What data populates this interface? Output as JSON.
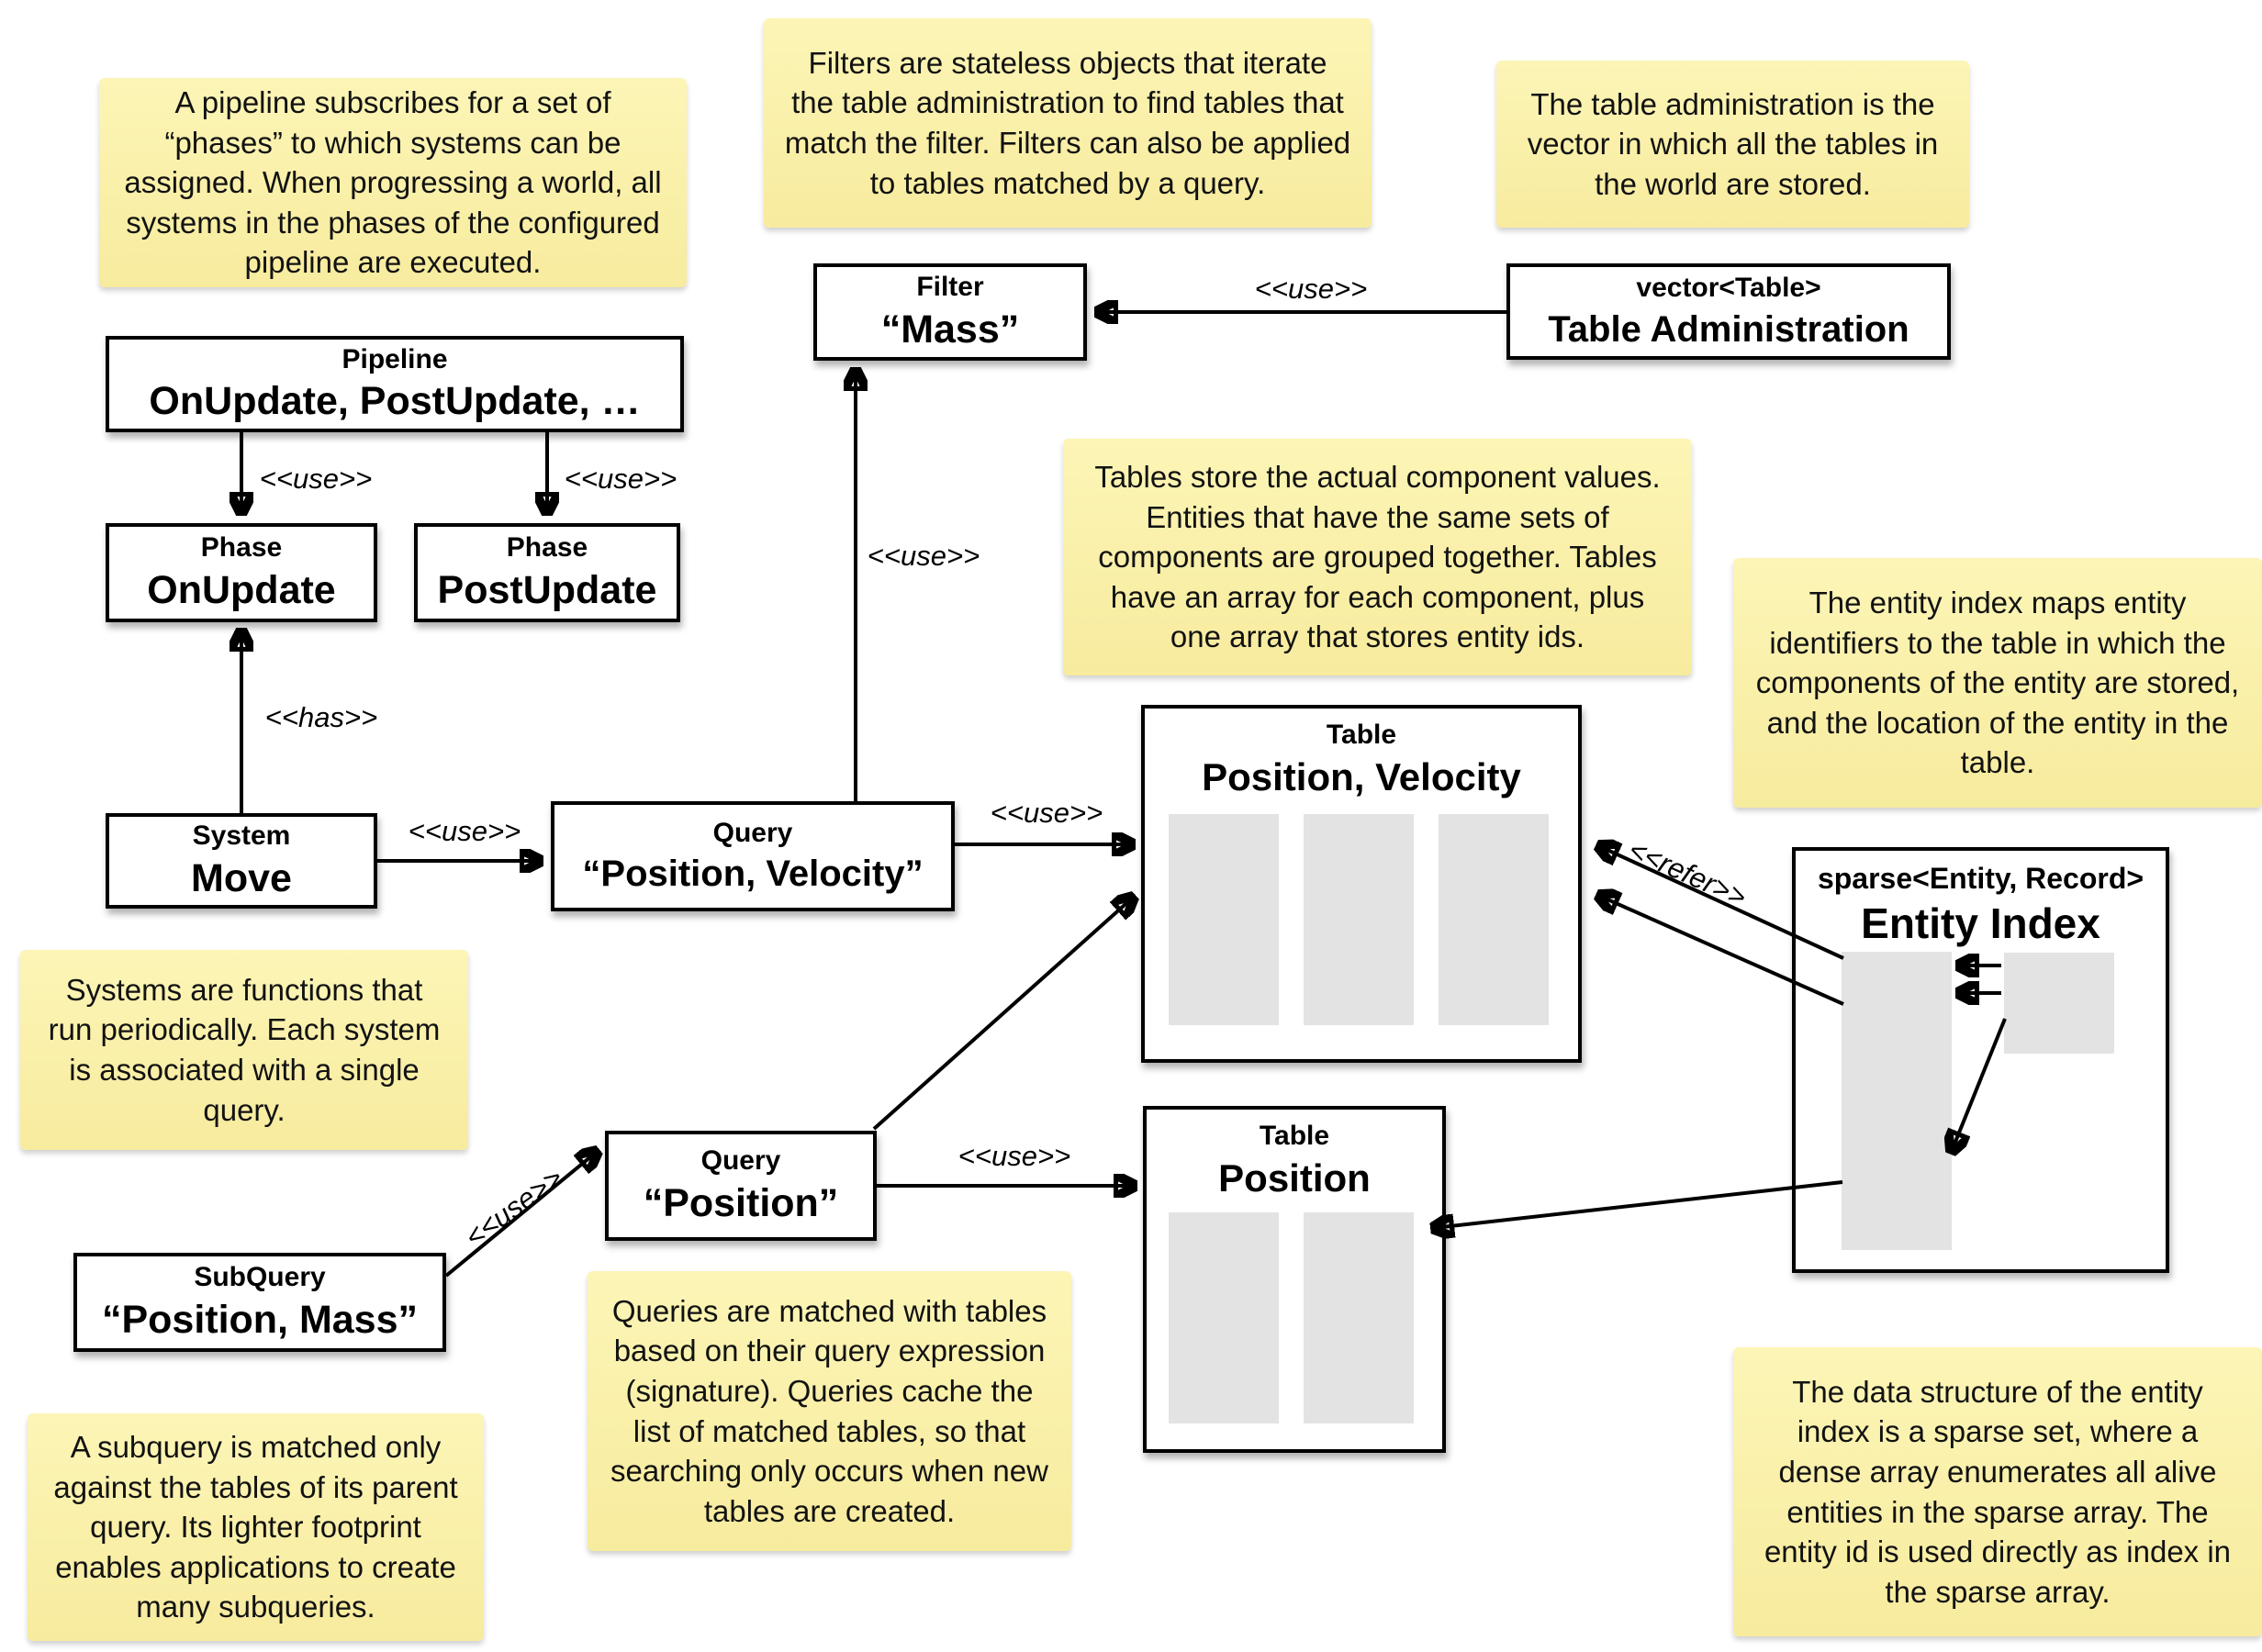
{
  "notes": {
    "pipeline": "A pipeline subscribes for a set of “phases” to which systems can be assigned. When progressing a world, all systems in the phases of the configured pipeline are executed.",
    "filters": "Filters are stateless objects that iterate the table administration to find tables that match the filter. Filters can also be applied to tables matched by a query.",
    "table_admin": "The table administration is the vector in which all the tables in the world are stored.",
    "tables": "Tables store the actual component values. Entities that have the same sets of components are grouped together. Tables have an array for each component, plus one array that stores entity ids.",
    "entity_index": "The entity index maps entity identifiers to the table in which the components of the entity are stored, and the location of the entity in the table.",
    "systems": "Systems are functions that run periodically. Each system is associated with a single query.",
    "queries": "Queries are matched with tables based on their query expression (signature). Queries cache the list of matched tables, so that searching only occurs when new tables are created.",
    "subquery": "A subquery is matched only against the tables of its parent query. Its lighter footprint enables applications to create many subqueries.",
    "sparse_set": "The data structure of the entity index is a sparse set, where a dense array enumerates all alive entities in the sparse array. The entity id is used directly as index in the sparse array."
  },
  "boxes": {
    "pipeline": {
      "type": "Pipeline",
      "name": "OnUpdate, PostUpdate, …"
    },
    "phase_onupdate": {
      "type": "Phase",
      "name": "OnUpdate"
    },
    "phase_postupdate": {
      "type": "Phase",
      "name": "PostUpdate"
    },
    "filter": {
      "type": "Filter",
      "name": "“Mass”"
    },
    "table_admin": {
      "type": "vector<Table>",
      "name": "Table Administration"
    },
    "system": {
      "type": "System",
      "name": "Move"
    },
    "query_pv": {
      "type": "Query",
      "name": "“Position, Velocity”"
    },
    "query_p": {
      "type": "Query",
      "name": "“Position”"
    },
    "subquery": {
      "type": "SubQuery",
      "name": "“Position, Mass”"
    },
    "table_pv": {
      "type": "Table",
      "name": "Position, Velocity"
    },
    "table_p": {
      "type": "Table",
      "name": "Position"
    },
    "entity_index": {
      "type": "sparse<Entity, Record>",
      "name": "Entity Index"
    }
  },
  "labels": {
    "use": "<<use>>",
    "has": "<<has>>",
    "refer": "<<refer>>"
  },
  "colors": {
    "note_bg_top": "#fcf5b6",
    "note_bg_bottom": "#f7eb9e",
    "box_border": "#000000",
    "gray_fill": "#e3e3e3",
    "background": "#ffffff"
  }
}
